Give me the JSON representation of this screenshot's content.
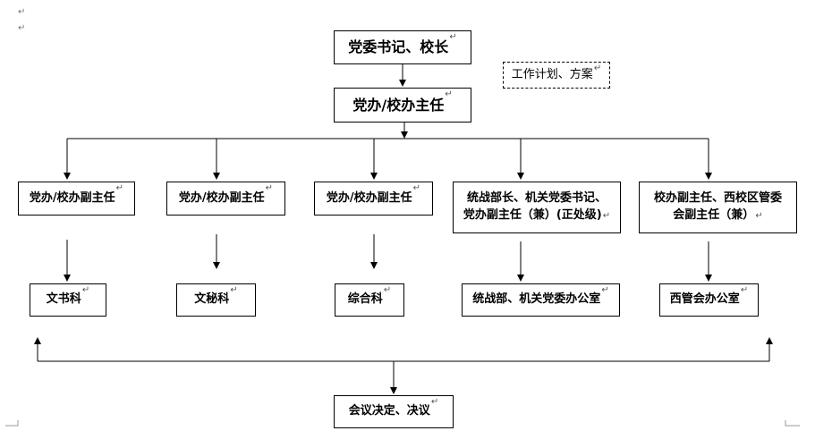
{
  "paragraph_mark": "↵",
  "top": {
    "label": "党委书记、校长"
  },
  "note": {
    "label": "工作计划、方案"
  },
  "director": {
    "label": "党办/校办主任"
  },
  "deputies": [
    {
      "lines": [
        "党办/校办副主任"
      ]
    },
    {
      "lines": [
        "党办/校办副主任"
      ]
    },
    {
      "lines": [
        "党办/校办副主任"
      ]
    },
    {
      "lines": [
        "统战部长、机关党委书记、",
        "党办副主任（兼）(正处级)"
      ]
    },
    {
      "lines": [
        "校办副主任、西校区管委",
        "会副主任（兼）"
      ]
    }
  ],
  "offices": [
    {
      "label": "文书科"
    },
    {
      "label": "文秘科"
    },
    {
      "label": "综合科"
    },
    {
      "label": "统战部、机关党委办公室"
    },
    {
      "label": "西管会办公室"
    }
  ],
  "meeting": {
    "label": "会议决定、决议"
  }
}
